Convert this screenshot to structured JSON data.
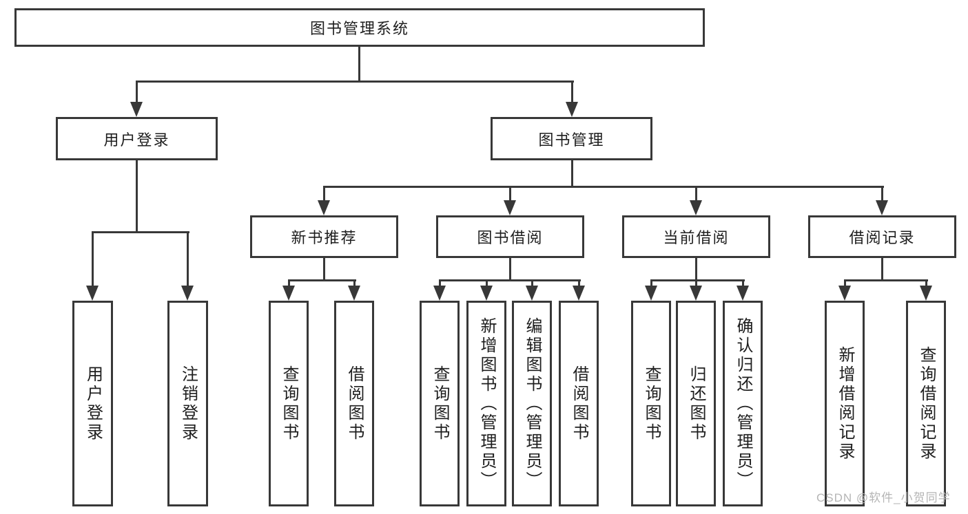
{
  "tree": {
    "root": "图书管理系统",
    "children": [
      {
        "label": "用户登录",
        "children": [
          "用户登录",
          "注销登录"
        ]
      },
      {
        "label": "图书管理",
        "children": [
          {
            "label": "新书推荐",
            "children": [
              "查询图书",
              "借阅图书"
            ]
          },
          {
            "label": "图书借阅",
            "children": [
              "查询图书",
              "新增图书（管理员）",
              "编辑图书（管理员）",
              "借阅图书"
            ]
          },
          {
            "label": "当前借阅",
            "children": [
              "查询图书",
              "归还图书",
              "确认归还（管理员）"
            ]
          },
          {
            "label": "借阅记录",
            "children": [
              "新增借阅记录",
              "查询借阅记录"
            ]
          }
        ]
      }
    ]
  },
  "watermark": {
    "text": "CSDN @软件_小贺同学"
  },
  "colors": {
    "line": "#383838",
    "text": "#1e1e1e",
    "background": "#ffffff",
    "watermark": "#b5b5b5"
  }
}
